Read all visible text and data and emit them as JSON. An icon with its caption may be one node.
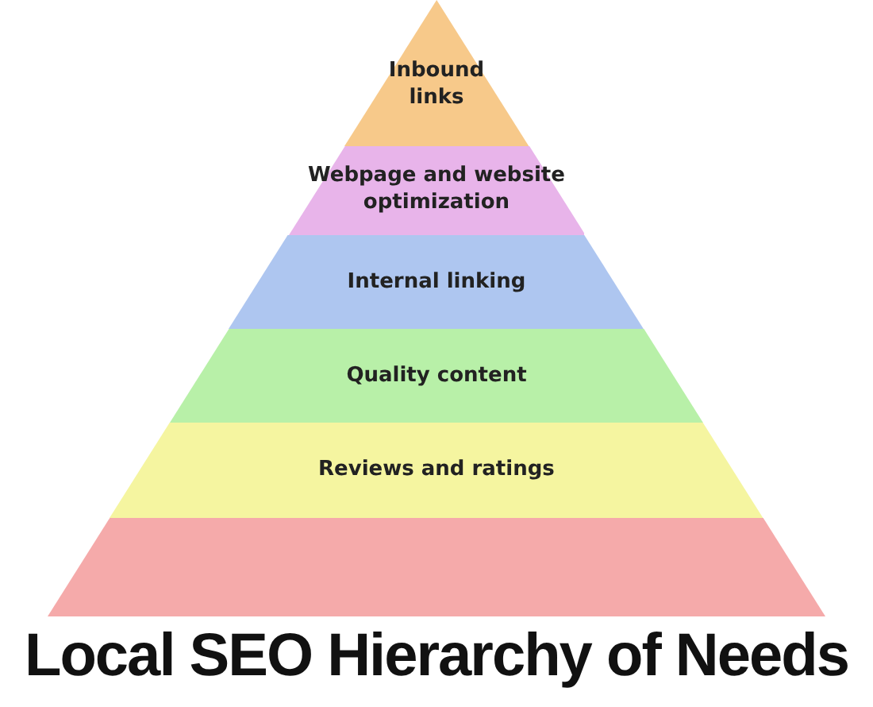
{
  "diagram": {
    "title": "Local SEO Hierarchy of Needs",
    "nodes": [
      {
        "text": [
          "Inbound links"
        ]
      },
      {
        "text": [
          "Webpage and website optimization"
        ]
      },
      {
        "text": [
          "Internal linking"
        ]
      },
      {
        "text": [
          "Quality content"
        ]
      },
      {
        "text": [
          "Reviews and ratings"
        ]
      },
      {
        "text": [],
        "shape": "band"
      }
    ],
    "edges": []
  }
}
